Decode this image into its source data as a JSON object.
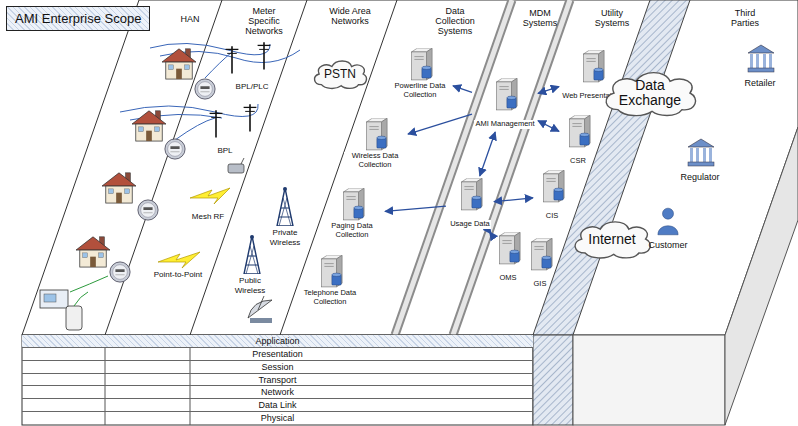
{
  "diagram": {
    "title": "AMI Enterprise Scope",
    "nodes": [
      {
        "text": [
          "AMI Enterprise Scope"
        ]
      },
      {
        "text": [
          "PSTN"
        ]
      },
      {
        "text": [
          "Powerline Data Collection"
        ]
      },
      {
        "text": [
          "Wireless Data Collection"
        ]
      },
      {
        "text": [
          "Paging Data Collection"
        ]
      },
      {
        "text": [
          "Telephone Data Collection"
        ]
      },
      {
        "text": [
          "AMI Management"
        ]
      },
      {
        "text": [
          "Usage Data"
        ]
      },
      {
        "text": [
          "Web Presentation"
        ]
      },
      {
        "text": [
          "CSR"
        ]
      },
      {
        "text": [
          "CIS"
        ]
      },
      {
        "text": [
          "OMS"
        ]
      },
      {
        "text": [
          "GIS"
        ]
      },
      {
        "text": [
          "Data Exchange"
        ]
      },
      {
        "text": [
          "Internet"
        ]
      },
      {
        "text": [
          "Application"
        ]
      },
      {
        "text": [
          "Presentation"
        ]
      },
      {
        "text": [
          "Session"
        ]
      },
      {
        "text": [
          "Transport"
        ]
      },
      {
        "text": [
          "Network"
        ]
      },
      {
        "text": [
          "Data Link"
        ]
      },
      {
        "text": [
          "Physical"
        ]
      }
    ],
    "edges": [
      {
        "from": 6,
        "to": 2,
        "arrow": "to"
      },
      {
        "from": 6,
        "to": 3,
        "arrow": "to"
      },
      {
        "from": 7,
        "to": 4,
        "arrow": "to"
      },
      {
        "from": 6,
        "to": 8,
        "arrow": "both"
      },
      {
        "from": 6,
        "to": 9,
        "arrow": "both"
      },
      {
        "from": 6,
        "to": 7,
        "arrow": "both"
      },
      {
        "from": 7,
        "to": 10,
        "arrow": "both"
      },
      {
        "from": 7,
        "to": 11,
        "arrow": "both"
      }
    ],
    "labels": [
      "HAN",
      "Meter Specific Networks",
      "Wide Area Networks",
      "Data Collection Systems",
      "MDM Systems",
      "Utility Systems",
      "Third Parties",
      "BPL/PLC",
      "BPL",
      "Mesh RF",
      "Point-to-Point",
      "Private Wireless",
      "Public Wireless",
      "Retailer",
      "Regulator",
      "Customer"
    ]
  }
}
